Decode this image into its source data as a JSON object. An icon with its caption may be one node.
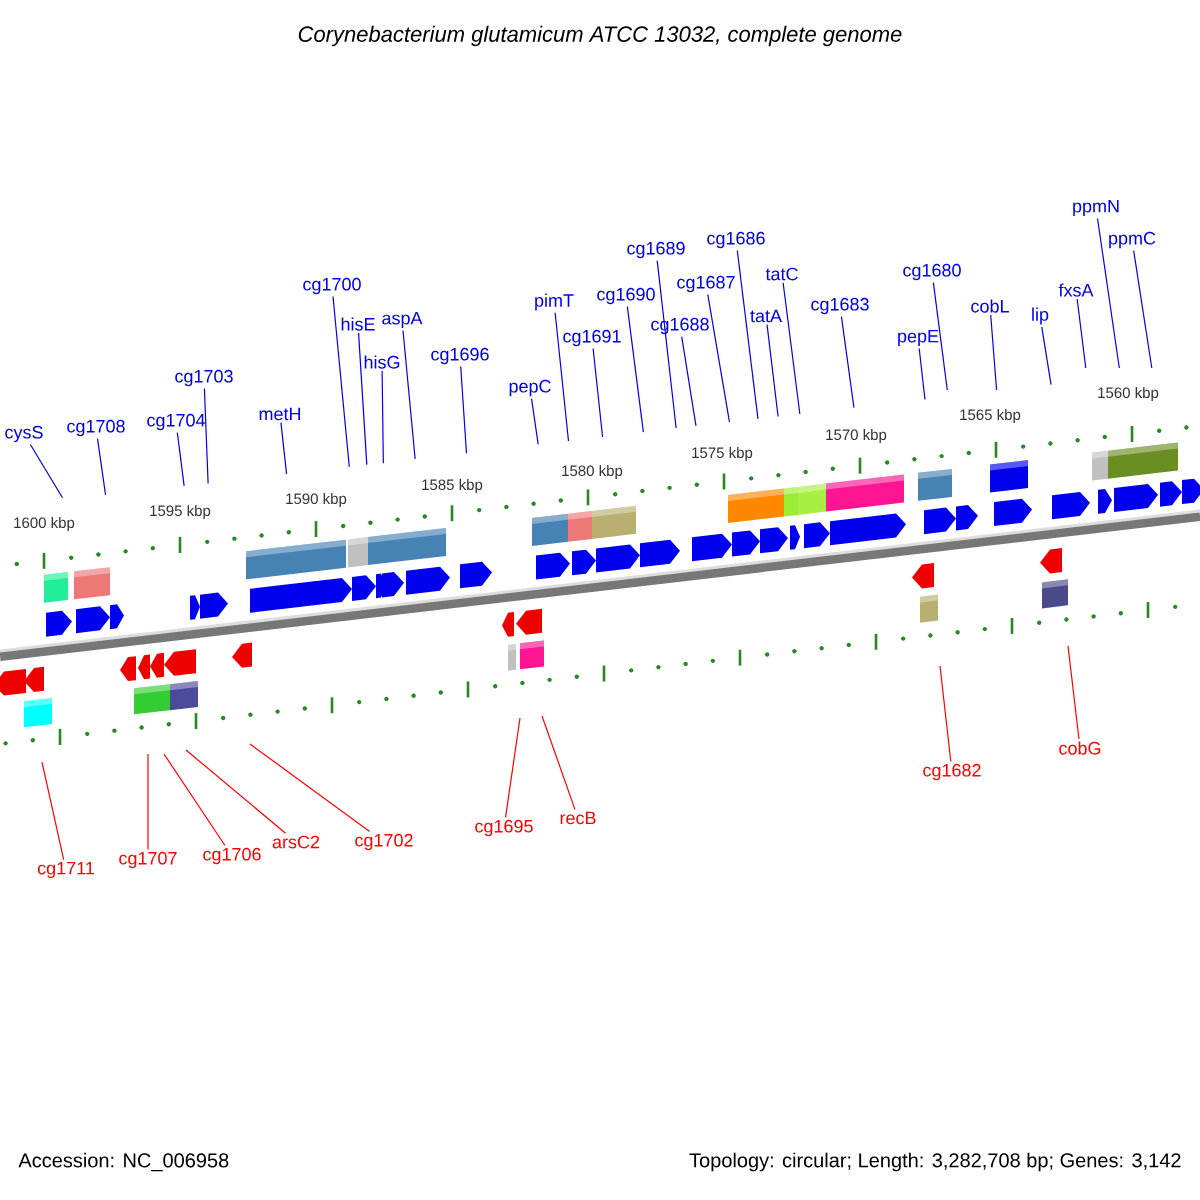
{
  "diagram": {
    "title": "Corynebacterium glutamicum ATCC 13032, complete genome",
    "nodes": [
      {
        "text": [
          "cysS"
        ]
      },
      {
        "text": [
          "cg1708"
        ]
      },
      {
        "text": [
          "cg1704"
        ]
      },
      {
        "text": [
          "cg1703"
        ]
      },
      {
        "text": [
          "metH"
        ]
      },
      {
        "text": [
          "cg1700"
        ]
      },
      {
        "text": [
          "hisE"
        ]
      },
      {
        "text": [
          "hisG"
        ]
      },
      {
        "text": [
          "aspA"
        ]
      },
      {
        "text": [
          "cg1696"
        ]
      },
      {
        "text": [
          "pepC"
        ]
      },
      {
        "text": [
          "pimT"
        ]
      },
      {
        "text": [
          "cg1691"
        ]
      },
      {
        "text": [
          "cg1690"
        ]
      },
      {
        "text": [
          "cg1689"
        ]
      },
      {
        "text": [
          "cg1688"
        ]
      },
      {
        "text": [
          "cg1687"
        ]
      },
      {
        "text": [
          "cg1686"
        ]
      },
      {
        "text": [
          "tatA"
        ]
      },
      {
        "text": [
          "tatC"
        ]
      },
      {
        "text": [
          "cg1683"
        ]
      },
      {
        "text": [
          "pepE"
        ]
      },
      {
        "text": [
          "cg1680"
        ]
      },
      {
        "text": [
          "cobL"
        ]
      },
      {
        "text": [
          "lip"
        ]
      },
      {
        "text": [
          "fxsA"
        ]
      },
      {
        "text": [
          "ppmN"
        ]
      },
      {
        "text": [
          "ppmC"
        ]
      },
      {
        "text": [
          "cg1711"
        ]
      },
      {
        "text": [
          "cg1707"
        ]
      },
      {
        "text": [
          "cg1706"
        ]
      },
      {
        "text": [
          "arsC2"
        ]
      },
      {
        "text": [
          "cg1702"
        ]
      },
      {
        "text": [
          "cg1695"
        ]
      },
      {
        "text": [
          "recB"
        ]
      },
      {
        "text": [
          "cg1682"
        ]
      },
      {
        "text": [
          "cobG"
        ]
      }
    ],
    "edges": [
      {
        "from": 0,
        "to": null,
        "arrow": "none"
      },
      {
        "from": 1,
        "to": null,
        "arrow": "none"
      },
      {
        "from": 2,
        "to": null,
        "arrow": "none"
      },
      {
        "from": 3,
        "to": null,
        "arrow": "none"
      },
      {
        "from": 4,
        "to": null,
        "arrow": "none"
      },
      {
        "from": 5,
        "to": null,
        "arrow": "none"
      },
      {
        "from": 6,
        "to": null,
        "arrow": "none"
      },
      {
        "from": 7,
        "to": null,
        "arrow": "none"
      },
      {
        "from": 8,
        "to": null,
        "arrow": "none"
      },
      {
        "from": 9,
        "to": null,
        "arrow": "none"
      },
      {
        "from": 10,
        "to": null,
        "arrow": "none"
      },
      {
        "from": 11,
        "to": null,
        "arrow": "none"
      },
      {
        "from": 12,
        "to": null,
        "arrow": "none"
      },
      {
        "from": 13,
        "to": null,
        "arrow": "none"
      },
      {
        "from": 14,
        "to": null,
        "arrow": "none"
      },
      {
        "from": 15,
        "to": null,
        "arrow": "none"
      },
      {
        "from": 16,
        "to": null,
        "arrow": "none"
      },
      {
        "from": 17,
        "to": null,
        "arrow": "none"
      },
      {
        "from": 18,
        "to": null,
        "arrow": "none"
      },
      {
        "from": 19,
        "to": null,
        "arrow": "none"
      },
      {
        "from": 20,
        "to": null,
        "arrow": "none"
      },
      {
        "from": 21,
        "to": null,
        "arrow": "none"
      },
      {
        "from": 22,
        "to": null,
        "arrow": "none"
      },
      {
        "from": 23,
        "to": null,
        "arrow": "none"
      },
      {
        "from": 24,
        "to": null,
        "arrow": "none"
      },
      {
        "from": 25,
        "to": null,
        "arrow": "none"
      },
      {
        "from": 26,
        "to": null,
        "arrow": "none"
      },
      {
        "from": 27,
        "to": null,
        "arrow": "none"
      },
      {
        "from": 28,
        "to": null,
        "arrow": "none",
        "color": "#ff0000"
      },
      {
        "from": 29,
        "to": null,
        "arrow": "none",
        "color": "#ff0000"
      },
      {
        "from": 30,
        "to": null,
        "arrow": "none",
        "color": "#ff0000"
      },
      {
        "from": 31,
        "to": null,
        "arrow": "none",
        "color": "#ff0000"
      },
      {
        "from": 32,
        "to": null,
        "arrow": "none",
        "color": "#ff0000"
      },
      {
        "from": 33,
        "to": null,
        "arrow": "none",
        "color": "#ff0000"
      },
      {
        "from": 34,
        "to": null,
        "arrow": "none",
        "color": "#ff0000"
      },
      {
        "from": 35,
        "to": null,
        "arrow": "none",
        "color": "#ff0000"
      },
      {
        "from": 36,
        "to": null,
        "arrow": "none",
        "color": "#ff0000"
      }
    ],
    "labels": [
      "1600 kbp",
      "1595 kbp",
      "1590 kbp",
      "1585 kbp",
      "1580 kbp",
      "1575 kbp",
      "1570 kbp",
      "1565 kbp",
      "1560 kbp",
      "Accession: NC_006958",
      "Topology: circular; Length: 3,282,708 bp; Genes: 3,142"
    ]
  }
}
